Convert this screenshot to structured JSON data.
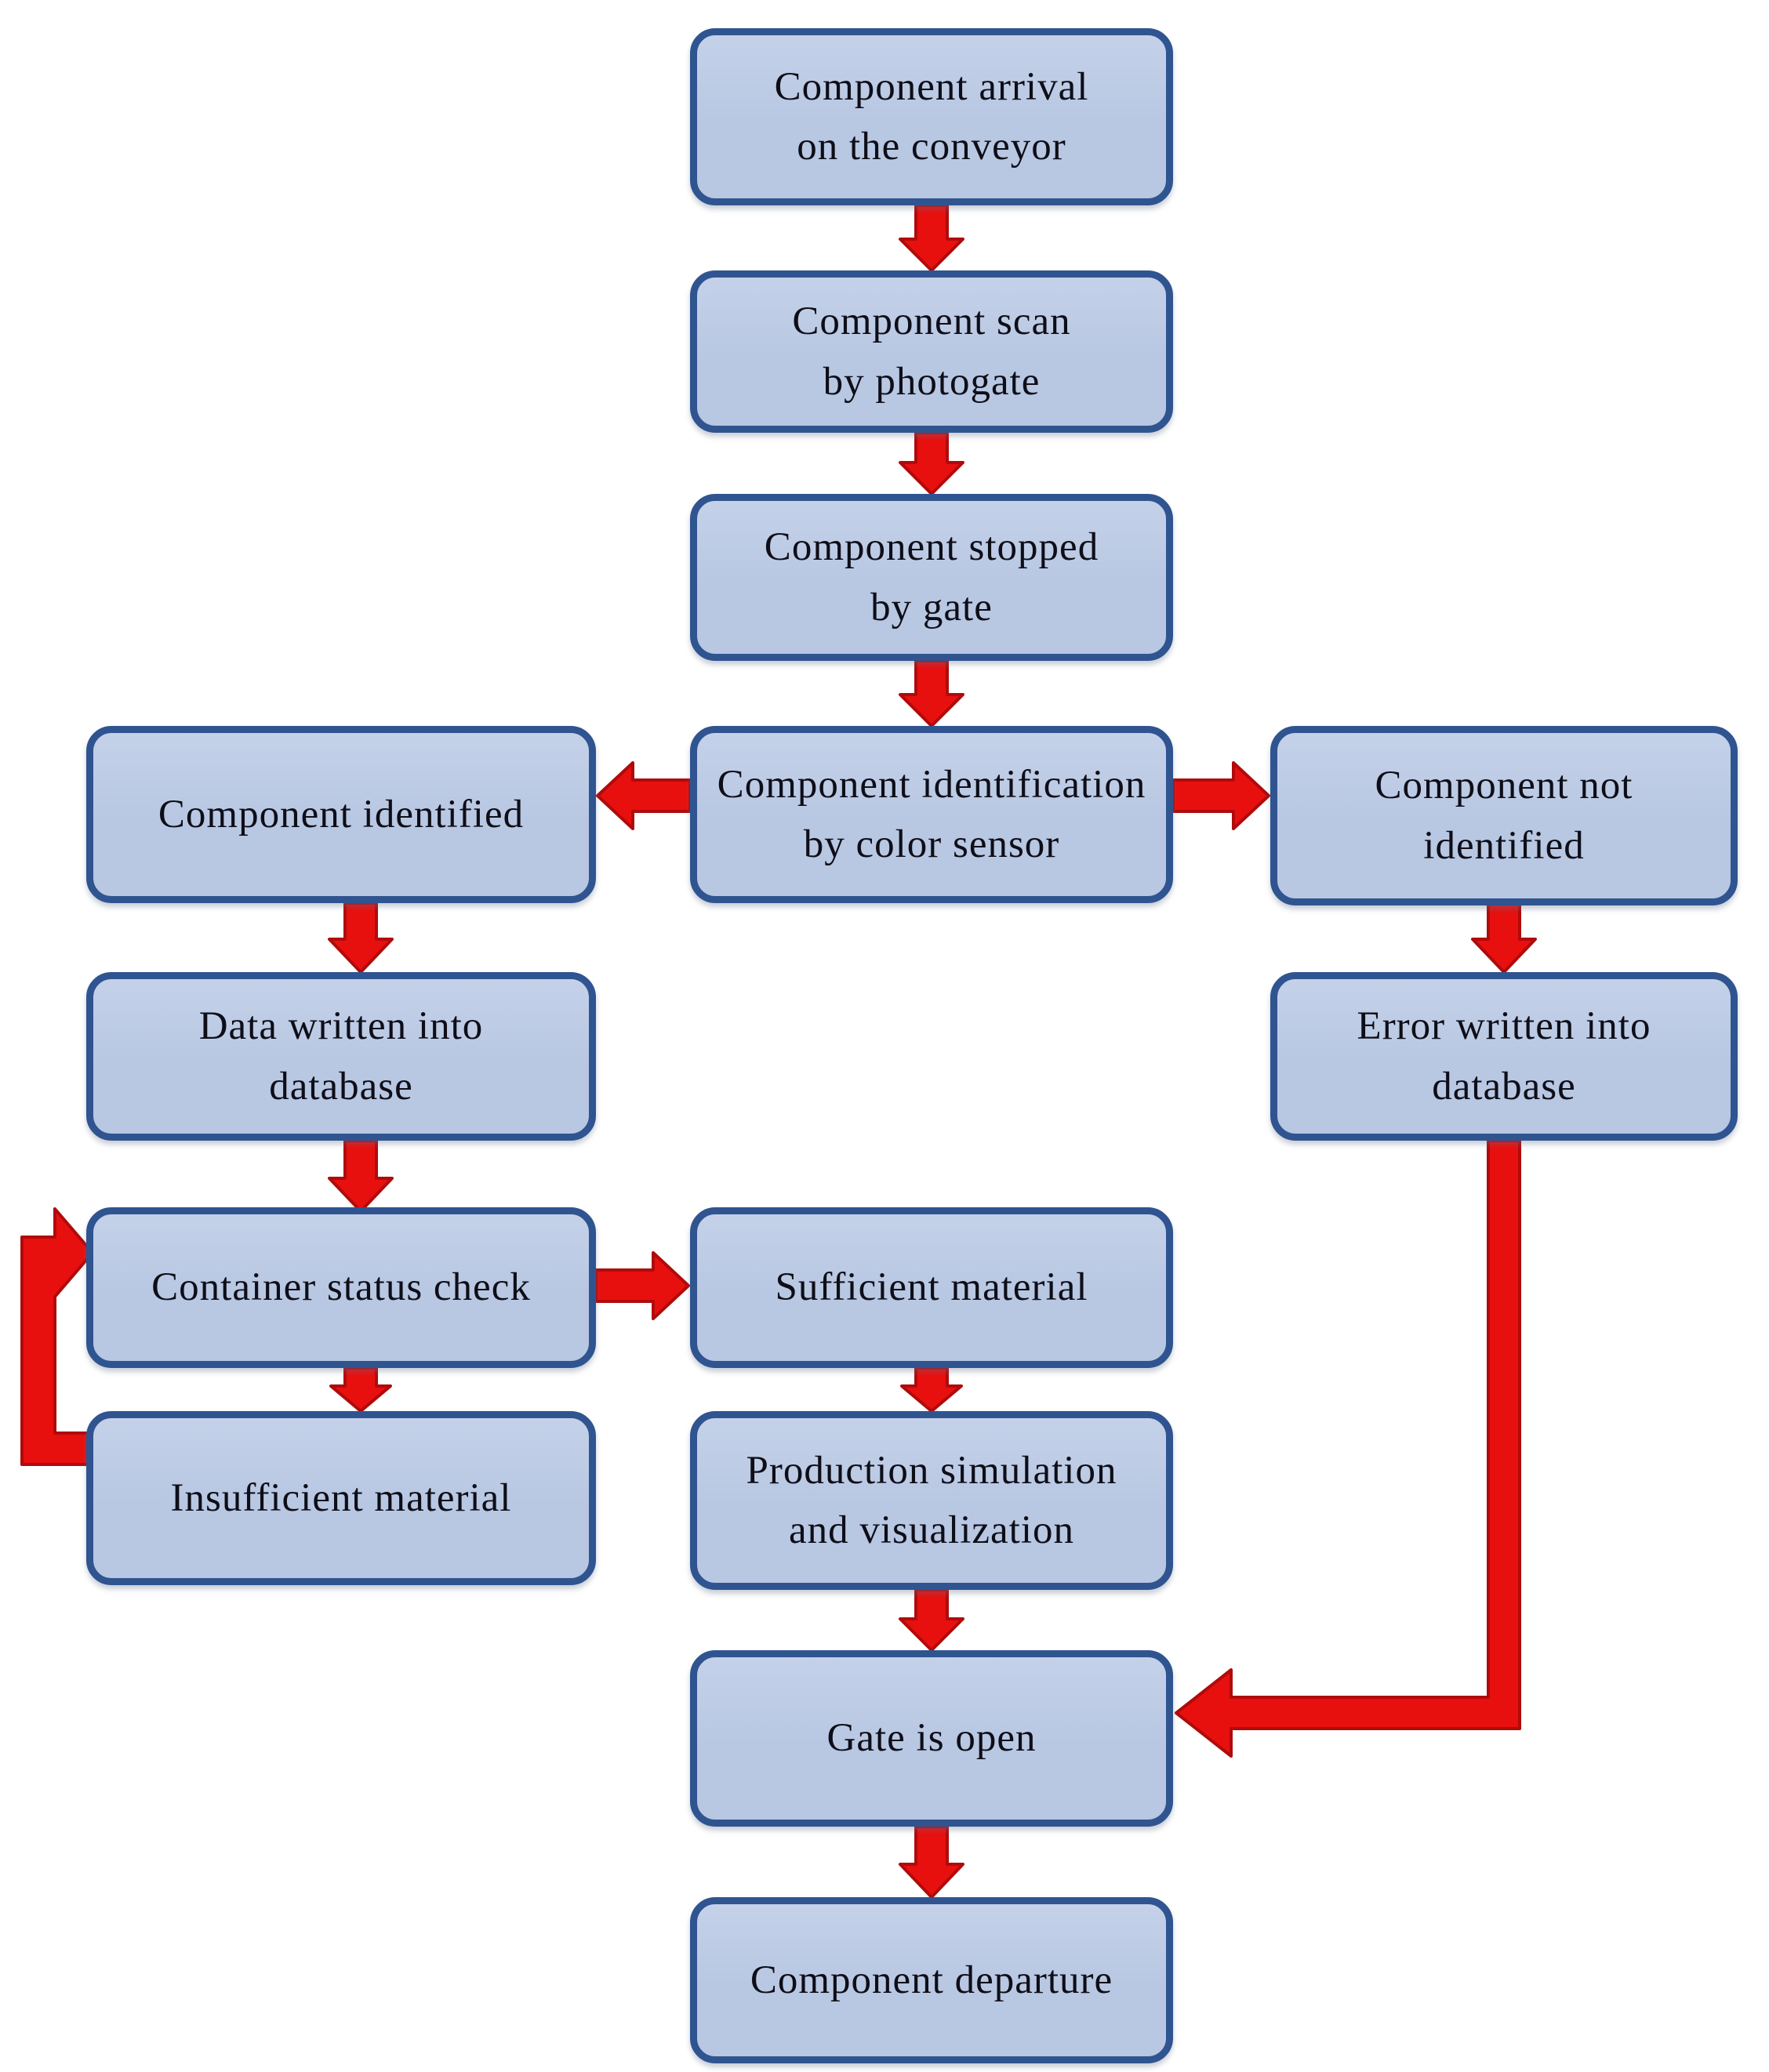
{
  "colors": {
    "box_fill": "#b8c7e2",
    "box_border": "#2f5490",
    "arrow_fill": "#e8100f",
    "arrow_stroke": "#b00b0b",
    "text_color": "#0e0e18"
  },
  "nodes": {
    "arrival": {
      "line1": "Component arrival",
      "line2": "on the conveyor"
    },
    "scan": {
      "line1": "Component scan",
      "line2": "by photogate"
    },
    "stopped": {
      "line1": "Component stopped",
      "line2": "by gate"
    },
    "identification": {
      "line1": "Component identification",
      "line2": "by color sensor"
    },
    "identified": {
      "line1": "Component identified"
    },
    "not_identified": {
      "line1": "Component not",
      "line2": "identified"
    },
    "data_written": {
      "line1": "Data written into",
      "line2": "database"
    },
    "error_written": {
      "line1": "Error written into",
      "line2": "database"
    },
    "container_check": {
      "line1": "Container status check"
    },
    "sufficient": {
      "line1": "Sufficient material"
    },
    "insufficient": {
      "line1": "Insufficient material"
    },
    "production": {
      "line1": "Production simulation",
      "line2": "and visualization"
    },
    "gate_open": {
      "line1": "Gate is open"
    },
    "departure": {
      "line1": "Component departure"
    }
  },
  "edges": [
    {
      "from": "arrival",
      "to": "scan"
    },
    {
      "from": "scan",
      "to": "stopped"
    },
    {
      "from": "stopped",
      "to": "identification"
    },
    {
      "from": "identification",
      "to": "identified"
    },
    {
      "from": "identification",
      "to": "not_identified"
    },
    {
      "from": "identified",
      "to": "data_written"
    },
    {
      "from": "data_written",
      "to": "container_check"
    },
    {
      "from": "container_check",
      "to": "sufficient"
    },
    {
      "from": "container_check",
      "to": "insufficient"
    },
    {
      "from": "insufficient",
      "to": "container_check"
    },
    {
      "from": "not_identified",
      "to": "error_written"
    },
    {
      "from": "error_written",
      "to": "gate_open"
    },
    {
      "from": "sufficient",
      "to": "production"
    },
    {
      "from": "production",
      "to": "gate_open"
    },
    {
      "from": "gate_open",
      "to": "departure"
    }
  ]
}
